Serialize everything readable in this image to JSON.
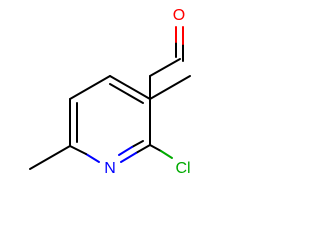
{
  "colors": {
    "bond": "#000000",
    "oxygen": "#ff0000",
    "nitrogen": "#0000ff",
    "chlorine": "#00aa00"
  },
  "atoms": {
    "oxygen": "O",
    "nitrogen": "N",
    "chlorine": "Cl"
  }
}
